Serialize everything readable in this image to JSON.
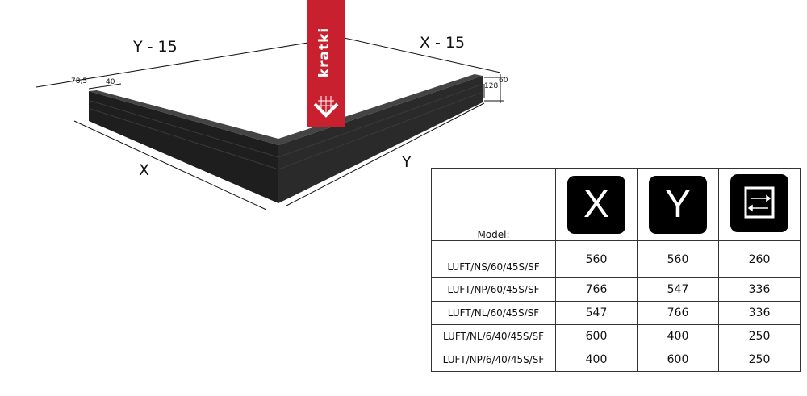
{
  "diagram": {
    "labels": {
      "y_minus_15": "Y - 15",
      "x_minus_15": "X - 15",
      "x": "X",
      "y": "Y",
      "d78_5": "78,5",
      "d40": "40",
      "d128": "128",
      "d60": "60"
    },
    "logo_text": "kratki",
    "colors": {
      "logo": "#c8202f",
      "product": "#1c1c1c"
    }
  },
  "table": {
    "model_header": "Model:",
    "col_icons": [
      {
        "name": "x-dimension-icon",
        "text": "X"
      },
      {
        "name": "y-dimension-icon",
        "text": "Y"
      },
      {
        "name": "airflow-area-icon",
        "text": ""
      }
    ],
    "rows": [
      {
        "model": "LUFT/NS/60/45S/SF",
        "x": "560",
        "y": "560",
        "area": "260"
      },
      {
        "model": "LUFT/NP/60/45S/SF",
        "x": "766",
        "y": "547",
        "area": "336"
      },
      {
        "model": "LUFT/NL/60/45S/SF",
        "x": "547",
        "y": "766",
        "area": "336"
      },
      {
        "model": "LUFT/NL/6/40/45S/SF",
        "x": "600",
        "y": "400",
        "area": "250"
      },
      {
        "model": "LUFT/NP/6/40/45S/SF",
        "x": "400",
        "y": "600",
        "area": "250"
      }
    ]
  }
}
